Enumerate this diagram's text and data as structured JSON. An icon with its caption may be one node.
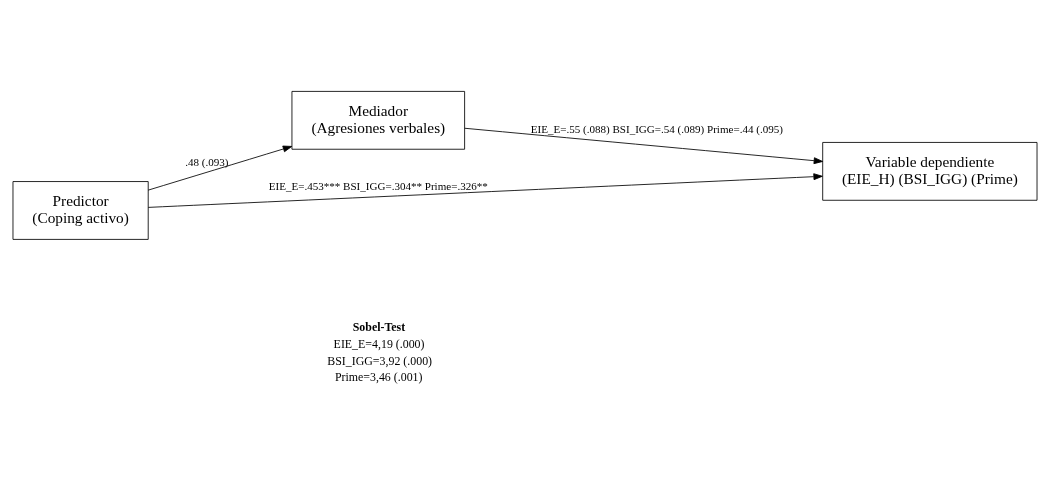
{
  "diagram": {
    "nodes": [
      {
        "text": [
          "Mediador",
          "(Agresiones verbales)"
        ]
      },
      {
        "text": [
          "Predictor",
          "(Coping activo)"
        ]
      },
      {
        "text": [
          "Variable dependiente",
          "(EIE_H) (BSI_IGG) (Prime)"
        ]
      }
    ],
    "edges": [
      {
        "from": 1,
        "to": 0,
        "arrow": "to",
        "label": ".48 (.093)"
      },
      {
        "from": 0,
        "to": 2,
        "arrow": "to",
        "label": "EIE_E=.55 (.088) BSI_IGG=.54 (.089) Prime=.44 (.095)"
      },
      {
        "from": 1,
        "to": 2,
        "arrow": "to",
        "label": "EIE_E=.453*** BSI_IGG=.304** Prime=.326**"
      }
    ],
    "labels": [
      "Sobel-Test",
      "EIE_E=4,19 (.000)",
      "BSI_IGG=3,92 (.000)",
      "Prime=3,46 (.001)"
    ]
  }
}
